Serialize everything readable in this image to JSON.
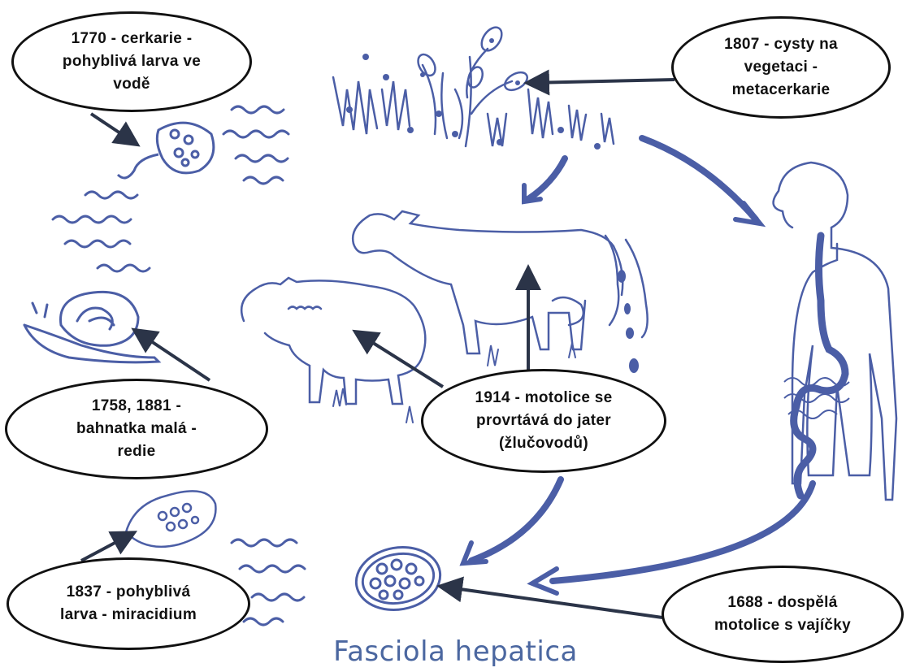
{
  "title": "Fasciola hepatica",
  "colors": {
    "ink": "#4b5ea6",
    "arrow": "#2b3448",
    "bubble_border": "#111111",
    "title": "#4b67a0"
  },
  "labels": {
    "cercaria": "1770 - cerkarie  -\npohyblivá larva ve\nvodě",
    "metacercaria": "1807 - cysty na\nvegetaci -\nmetacerkarie",
    "redia": "1758, 1881 -\nbahnatka malá -\nredie",
    "liver": "1914 - motolice se\nprovrtává do jater\n(žlučovodů)",
    "miracidium": "1837 - pohyblivá\nlarva - miracidium",
    "adult": "1688 - dospělá\nmotolice s vajíčky"
  },
  "illustrations": [
    "grass-with-cysts",
    "cercaria",
    "water-waves",
    "snail",
    "cow",
    "sheep",
    "human",
    "egg",
    "miracidium"
  ]
}
